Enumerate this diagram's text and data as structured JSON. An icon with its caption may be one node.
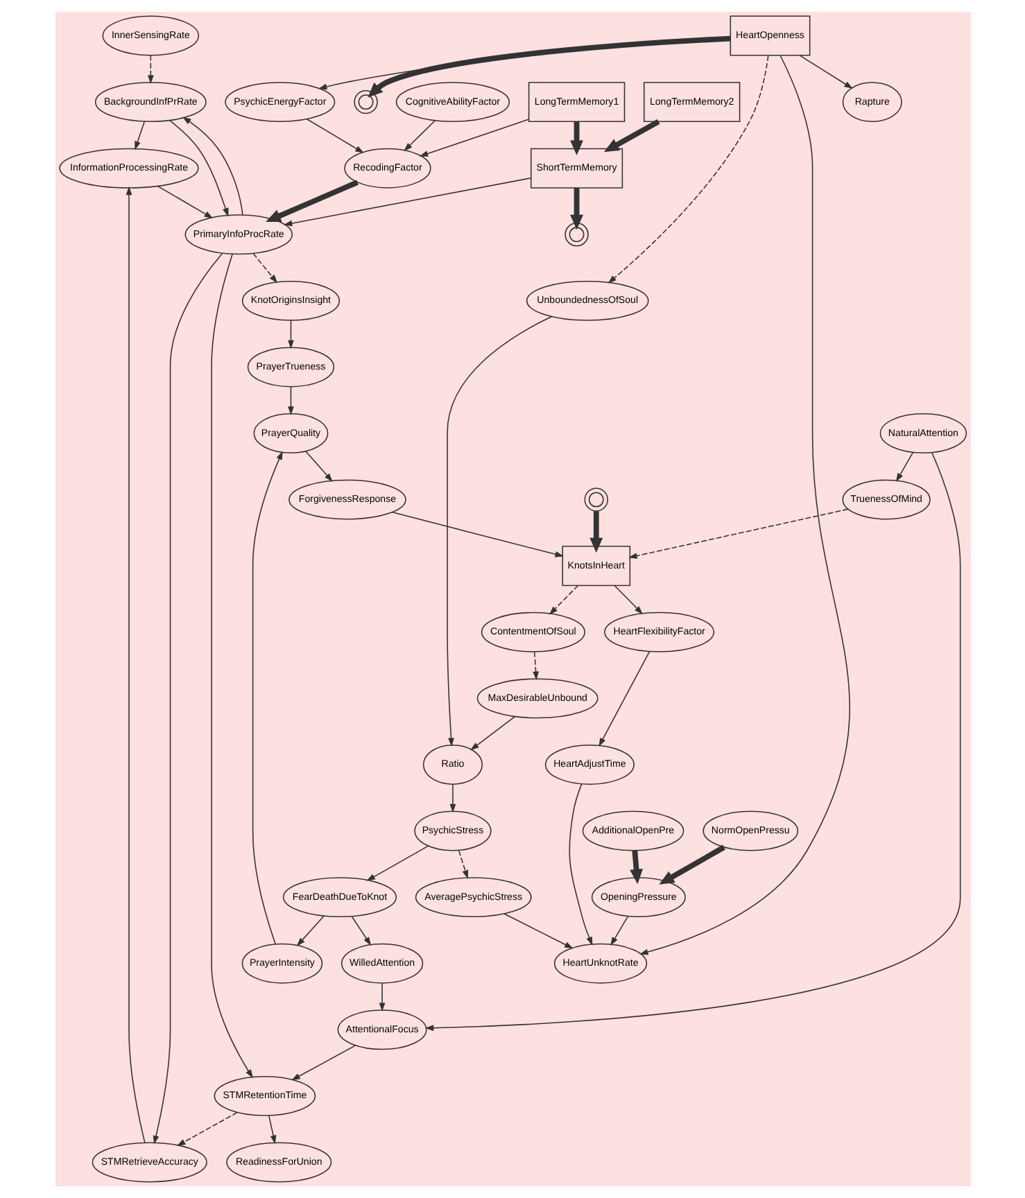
{
  "diagram": {
    "nodes": [
      {
        "text": [
          "BackgroundInfPrRate"
        ]
      },
      {
        "text": [
          "InnerSensingRate"
        ]
      },
      {
        "text": [
          "ShortTermMemory"
        ]
      },
      {
        "text": [
          "InformationProcessingRate"
        ]
      },
      {
        "text": [
          "LongTermMemory2"
        ]
      },
      {
        "text": [
          "LongTermMemory1"
        ]
      },
      {
        "text": [
          "PrimaryInfoProcRate"
        ]
      },
      {
        "text": [
          "CognitiveAbilityFactor"
        ]
      },
      {
        "text": [
          "RecodingFactor"
        ]
      },
      {
        "text": [
          "STMRetentionTime"
        ]
      },
      {
        "text": [
          "STMRetrieveAccuracy"
        ]
      },
      {
        "text": [
          "KnotOriginsInsight"
        ]
      },
      {
        "text": [
          "ReadinessForUnion"
        ]
      },
      {
        "text": [
          "PsychicEnergyFactor"
        ]
      },
      {
        "text": [
          "PrayerTrueness"
        ]
      },
      {
        "text": [
          "AttentionalFocus"
        ]
      },
      {
        "text": [
          "NaturalAttention"
        ]
      },
      {
        "text": [
          "WilledAttention"
        ]
      },
      {
        "text": [
          "FearDeathDueToKnot"
        ]
      },
      {
        "text": [
          "PrayerIntensity"
        ]
      },
      {
        "text": [
          "PrayerQuality"
        ]
      },
      {
        "text": [
          "TruenessOfMind"
        ]
      },
      {
        "text": [
          "AveragePsychicStress"
        ]
      },
      {
        "text": [
          "PsychicStress"
        ]
      },
      {
        "text": [
          "NormOpenPressu"
        ]
      },
      {
        "text": [
          "ForgivenessResponse"
        ]
      },
      {
        "text": [
          "KnotsInHeart"
        ]
      },
      {
        "text": [
          "Ratio"
        ]
      },
      {
        "text": [
          "Rapture"
        ]
      },
      {
        "text": [
          "HeartUnknotRate"
        ]
      },
      {
        "text": [
          "OpeningPressure"
        ]
      },
      {
        "text": [
          "MaxDesirableUnbound"
        ]
      },
      {
        "text": [
          "ContentmentOfSoul"
        ]
      },
      {
        "text": [
          "UnboundednessOfSoul"
        ]
      },
      {
        "text": [
          "HeartOpenness"
        ]
      },
      {
        "text": [
          "AdditionalOpenPre"
        ]
      },
      {
        "text": [
          "HeartFlexibilityFactor"
        ]
      },
      {
        "text": [
          "HeartAdjustTime"
        ]
      },
      {
        "text": [],
        "shape": "cloud"
      },
      {
        "text": [],
        "shape": "cloud"
      },
      {
        "text": [],
        "shape": "cloud"
      }
    ],
    "edges": [
      {
        "from": 4,
        "to": 2,
        "arrow": "to",
        "style": "thick"
      },
      {
        "from": 5,
        "to": 2,
        "arrow": "to",
        "style": "thick"
      },
      {
        "from": 2,
        "to": 38,
        "arrow": "to",
        "style": "thick"
      },
      {
        "from": 39,
        "to": 26,
        "arrow": "to",
        "style": "thick"
      },
      {
        "from": 34,
        "to": 40,
        "arrow": "to",
        "style": "thick"
      },
      {
        "from": 24,
        "to": 30,
        "arrow": "to",
        "style": "thick"
      },
      {
        "from": 35,
        "to": 30,
        "arrow": "to",
        "style": "thick"
      },
      {
        "from": 0,
        "to": 3,
        "arrow": "to"
      },
      {
        "from": 1,
        "to": 0,
        "arrow": "to",
        "style": "dashed"
      },
      {
        "from": 6,
        "to": 0,
        "arrow": "to"
      },
      {
        "from": 0,
        "to": 6,
        "arrow": "to"
      },
      {
        "from": 3,
        "to": 6,
        "arrow": "to"
      },
      {
        "from": 2,
        "to": 6,
        "arrow": "to"
      },
      {
        "from": 10,
        "to": 3,
        "arrow": "to"
      },
      {
        "from": 8,
        "to": 6,
        "arrow": "to",
        "style": "thick"
      },
      {
        "from": 7,
        "to": 8,
        "arrow": "to"
      },
      {
        "from": 5,
        "to": 8,
        "arrow": "to"
      },
      {
        "from": 13,
        "to": 8,
        "arrow": "to"
      },
      {
        "from": 6,
        "to": 9,
        "arrow": "to"
      },
      {
        "from": 6,
        "to": 11,
        "arrow": "to",
        "style": "dashed"
      },
      {
        "from": 6,
        "to": 10,
        "arrow": "to"
      },
      {
        "from": 9,
        "to": 10,
        "arrow": "to",
        "style": "dashed"
      },
      {
        "from": 9,
        "to": 12,
        "arrow": "to"
      },
      {
        "from": 15,
        "to": 9,
        "arrow": "to"
      },
      {
        "from": 16,
        "to": 15,
        "arrow": "to"
      },
      {
        "from": 17,
        "to": 15,
        "arrow": "to"
      },
      {
        "from": 18,
        "to": 17,
        "arrow": "to"
      },
      {
        "from": 16,
        "to": 21,
        "arrow": "to"
      },
      {
        "from": 18,
        "to": 19,
        "arrow": "to"
      },
      {
        "from": 19,
        "to": 20,
        "arrow": "to"
      },
      {
        "from": 11,
        "to": 14,
        "arrow": "to"
      },
      {
        "from": 14,
        "to": 20,
        "arrow": "to"
      },
      {
        "from": 20,
        "to": 25,
        "arrow": "to"
      },
      {
        "from": 25,
        "to": 26,
        "arrow": "to"
      },
      {
        "from": 21,
        "to": 26,
        "arrow": "to",
        "style": "dashed"
      },
      {
        "from": 26,
        "to": 32,
        "arrow": "to",
        "style": "dashed"
      },
      {
        "from": 32,
        "to": 31,
        "arrow": "to",
        "style": "dashed"
      },
      {
        "from": 31,
        "to": 27,
        "arrow": "to"
      },
      {
        "from": 33,
        "to": 27,
        "arrow": "to"
      },
      {
        "from": 27,
        "to": 23,
        "arrow": "to"
      },
      {
        "from": 23,
        "to": 18,
        "arrow": "to"
      },
      {
        "from": 23,
        "to": 22,
        "arrow": "to",
        "style": "dashed"
      },
      {
        "from": 22,
        "to": 29,
        "arrow": "to"
      },
      {
        "from": 34,
        "to": 28,
        "arrow": "to"
      },
      {
        "from": 34,
        "to": 33,
        "arrow": "to",
        "style": "dashed"
      },
      {
        "from": 34,
        "to": 29,
        "arrow": "to"
      },
      {
        "from": 34,
        "to": 13,
        "arrow": "to"
      },
      {
        "from": 30,
        "to": 29,
        "arrow": "to"
      },
      {
        "from": 37,
        "to": 29,
        "arrow": "to"
      },
      {
        "from": 26,
        "to": 36,
        "arrow": "to"
      },
      {
        "from": 36,
        "to": 37,
        "arrow": "to"
      }
    ]
  }
}
